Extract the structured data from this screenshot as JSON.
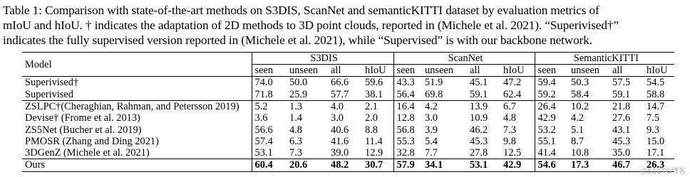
{
  "caption": {
    "line1": "Table 1: Comparison with state-of-the-art methods on S3DIS, ScanNet and semanticKITTI dataset by evaluation metrics of",
    "line2": "mIoU and hIoU. † indicates the adaptation of 2D methods to 3D point clouds, reported in (Michele et al. 2021). “Superivised†”",
    "line3": "indicates the fully supervised version reported in (Michele et al. 2021), while “Supervised” is with our backbone network."
  },
  "table": {
    "model_header": "Model",
    "datasets": [
      "S3DIS",
      "ScanNet",
      "SemanticKITTI"
    ],
    "metrics": [
      "seen",
      "unseen",
      "all",
      "hIoU"
    ],
    "rows": [
      {
        "model": "Superivised†",
        "values": [
          "74.0",
          "50.0",
          "66.6",
          "59.6",
          "43.3",
          "51.9",
          "45.1",
          "47.2",
          "59.4",
          "50.3",
          "57.5",
          "54.5"
        ]
      },
      {
        "model": "Superivised",
        "values": [
          "71.8",
          "25.9",
          "57.7",
          "38.1",
          "56.4",
          "69.8",
          "59.1",
          "62.4",
          "59.2",
          "58.4",
          "59.1",
          "58.8"
        ]
      },
      {
        "model": "ZSLPC†(Cheraghian, Rahman, and Petersson 2019)",
        "values": [
          "5.2",
          "1.3",
          "4.0",
          "2.1",
          "16.4",
          "4.2",
          "13.9",
          "6.7",
          "26.4",
          "10.2",
          "21.8",
          "14.7"
        ]
      },
      {
        "model": "Devise† (Frome et al. 2013)",
        "values": [
          "3.6",
          "1.4",
          "3.0",
          "2.0",
          "12.8",
          "3.0",
          "10.9",
          "4.8",
          "42.9",
          "4.2",
          "27.6",
          "7.5"
        ]
      },
      {
        "model": "ZS5Net (Bucher et al. 2019)",
        "values": [
          "56.6",
          "4.8",
          "40.6",
          "8.8",
          "56.8",
          "3.9",
          "46.2",
          "7.3",
          "53.2",
          "5.1",
          "43.1",
          "9.3"
        ]
      },
      {
        "model": "PMOSR (Zhang and Ding 2021)",
        "values": [
          "57.4",
          "6.3",
          "41.6",
          "11.4",
          "55.3",
          "5.4",
          "45.3",
          "9.8",
          "55.1",
          "8.7",
          "45.3",
          "15.0"
        ]
      },
      {
        "model": "3DGenZ (Michele et al. 2021)",
        "values": [
          "53.1",
          "7.3",
          "39.0",
          "12.9",
          "32.8",
          "7.7",
          "27.8",
          "12.5",
          "41.4",
          "10.8",
          "35.0",
          "17.1"
        ]
      },
      {
        "model": "Ours",
        "values": [
          "60.4",
          "20.6",
          "48.2",
          "30.7",
          "57.9",
          "34.1",
          "53.1",
          "42.9",
          "54.6",
          "17.3",
          "46.7",
          "26.3"
        ]
      }
    ]
  },
  "watermark": "@51CTO博客"
}
